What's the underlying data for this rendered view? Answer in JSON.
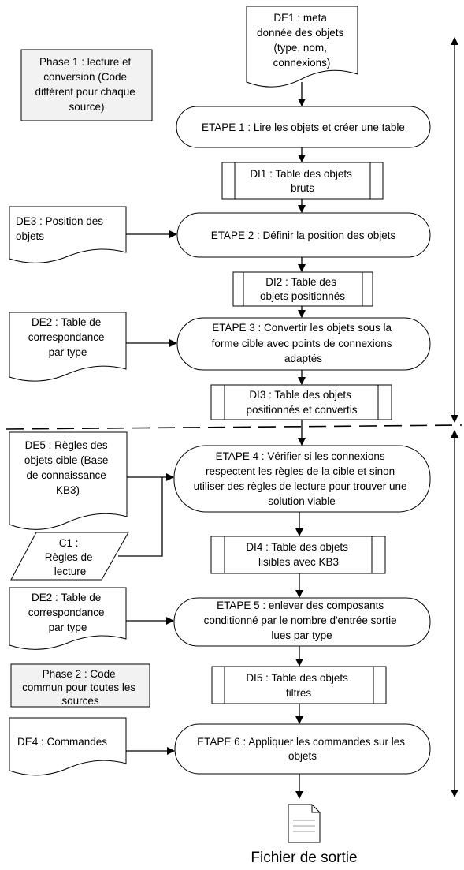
{
  "colors": {
    "stroke": "#000000",
    "note_fill": "#f2f2f2",
    "fill": "#ffffff"
  },
  "phase1": [
    "Phase 1  : lecture et",
    "conversion (Code",
    "différent pour chaque",
    "source)"
  ],
  "phase2": [
    "Phase 2 : Code",
    "commun pour toutes les",
    "sources"
  ],
  "de1": [
    "DE1 : meta",
    "donnée des objets",
    "(type, nom,",
    "connexions)"
  ],
  "de3": [
    "DE3 : Position des",
    "objets"
  ],
  "de2a": [
    "DE2 : Table de",
    "correspondance",
    "par type"
  ],
  "de5": [
    "DE5 : Règles des",
    "objets cible (Base",
    "de connaissance",
    "KB3)"
  ],
  "c1": [
    "C1 :",
    "Règles de",
    "lecture"
  ],
  "de2b": [
    "DE2 : Table de",
    "correspondance",
    "par type"
  ],
  "de4": [
    "DE4 : Commandes"
  ],
  "etape1": [
    "ETAPE 1 : Lire les objets et créer une table"
  ],
  "etape2": [
    "ETAPE 2 : Définir la position des objets"
  ],
  "etape3": [
    "ETAPE 3 : Convertir les objets sous la",
    "forme cible avec points de connexions",
    "adaptés"
  ],
  "etape4": [
    "ETAPE 4 : Vérifier si les connexions",
    "respectent les règles de la cible et sinon",
    "utiliser des règles de lecture  pour trouver une",
    "solution viable"
  ],
  "etape5": [
    "ETAPE 5 : enlever des composants",
    "conditionné par le nombre d'entrée sortie",
    "lues par type"
  ],
  "etape6": [
    "ETAPE 6 : Appliquer les commandes sur les",
    "objets"
  ],
  "di1": [
    "DI1 : Table des objets",
    "bruts"
  ],
  "di2": [
    "DI2 : Table des",
    "objets positionnés"
  ],
  "di3": [
    "DI3 : Table des objets",
    "positionnés et convertis"
  ],
  "di4": [
    "DI4 : Table des objets",
    "lisibles avec KB3"
  ],
  "di5": [
    "DI5 : Table des objets",
    "filtrés"
  ],
  "output_label": "Fichier de sortie"
}
